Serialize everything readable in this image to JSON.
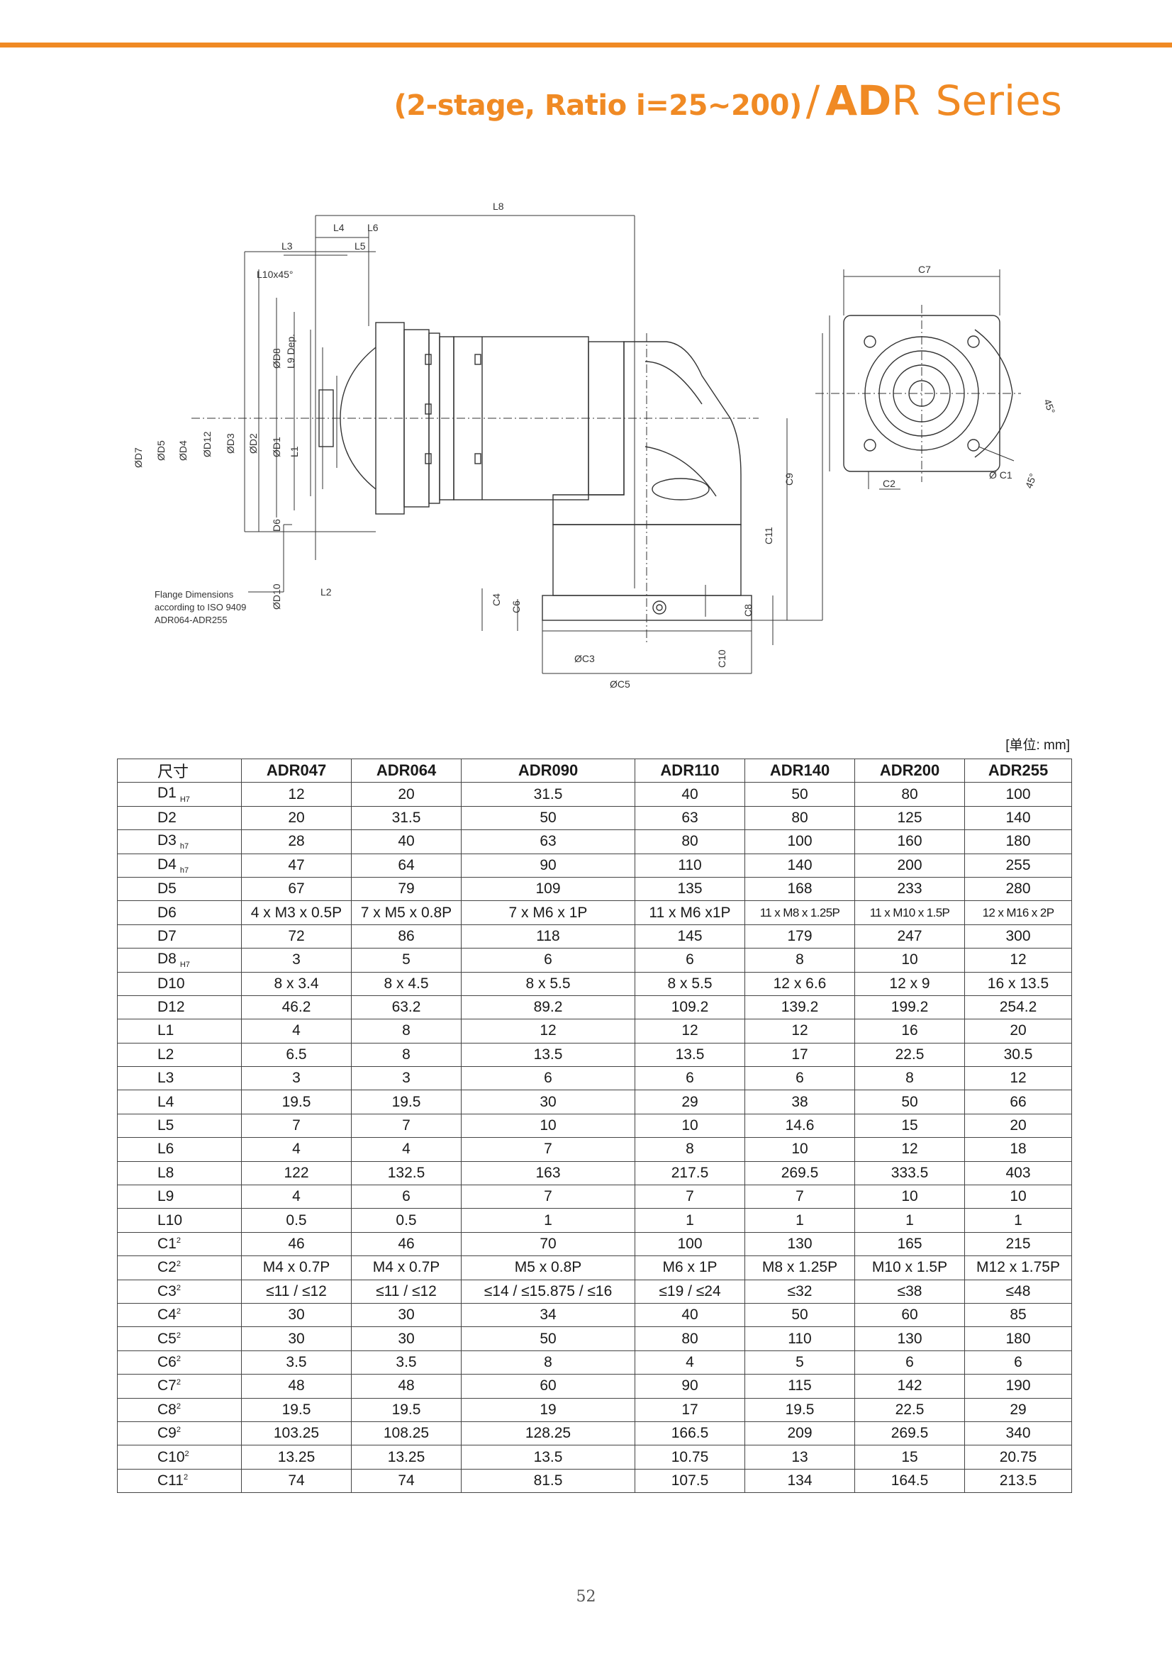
{
  "header": {
    "subtitle": "(2-stage, Ratio i=25~200)",
    "slash": "/",
    "series_bold": "AD",
    "series_r": "R",
    "series_word": "Series"
  },
  "drawing": {
    "dims": {
      "L8": "L8",
      "L4": "L4",
      "L6": "L6",
      "L3": "L3",
      "L5": "L5",
      "L10": "L10x45°",
      "D7": "ØD7",
      "D5": "ØD5",
      "D4": "ØD4",
      "D4tol": "h7",
      "D12": "ØD12",
      "D3": "ØD3",
      "D3tol": "h7",
      "D2": "ØD2",
      "D1": "ØD1",
      "D1tol": "H7",
      "D8": "ØD8",
      "D8tol": "H7",
      "L9": "L9 Dep.",
      "L1": "L1",
      "D6": "D6",
      "D10": "ØD10",
      "L2": "L2",
      "C4": "C4",
      "C6": "C6",
      "C3": "ØC3",
      "C5": "ØC5",
      "C8": "C8",
      "C10": "C10",
      "C11": "C11",
      "C9": "C9",
      "C7": "C7",
      "C2": "C2",
      "C1": "Ø C1",
      "deg45a": "45°",
      "deg45b": "45°"
    },
    "note": [
      "Flange Dimensions",
      "according to ISO 9409",
      "ADR064-ADR255"
    ]
  },
  "table": {
    "unit_label": "[单位: mm]",
    "header": [
      "尺寸",
      "ADR047",
      "ADR064",
      "ADR090",
      "ADR110",
      "ADR140",
      "ADR200",
      "ADR255"
    ],
    "rows": [
      {
        "name": "D1",
        "sub": "H7",
        "sup": "",
        "vals": [
          "12",
          "20",
          "31.5",
          "40",
          "50",
          "80",
          "100"
        ]
      },
      {
        "name": "D2",
        "sub": "",
        "sup": "",
        "vals": [
          "20",
          "31.5",
          "50",
          "63",
          "80",
          "125",
          "140"
        ]
      },
      {
        "name": "D3",
        "sub": "h7",
        "sup": "",
        "vals": [
          "28",
          "40",
          "63",
          "80",
          "100",
          "160",
          "180"
        ]
      },
      {
        "name": "D4",
        "sub": "h7",
        "sup": "",
        "vals": [
          "47",
          "64",
          "90",
          "110",
          "140",
          "200",
          "255"
        ]
      },
      {
        "name": "D5",
        "sub": "",
        "sup": "",
        "vals": [
          "67",
          "79",
          "109",
          "135",
          "168",
          "233",
          "280"
        ]
      },
      {
        "name": "D6",
        "sub": "",
        "sup": "",
        "vals": [
          "4 x M3 x 0.5P",
          "7 x M5 x 0.8P",
          "7 x M6 x 1P",
          "11 x M6 x1P",
          "11 x M8 x 1.25P",
          "11 x M10 x 1.5P",
          "12 x M16 x 2P"
        ]
      },
      {
        "name": "D7",
        "sub": "",
        "sup": "",
        "vals": [
          "72",
          "86",
          "118",
          "145",
          "179",
          "247",
          "300"
        ]
      },
      {
        "name": "D8",
        "sub": "H7",
        "sup": "",
        "vals": [
          "3",
          "5",
          "6",
          "6",
          "8",
          "10",
          "12"
        ]
      },
      {
        "name": "D10",
        "sub": "",
        "sup": "",
        "vals": [
          "8 x 3.4",
          "8 x 4.5",
          "8 x 5.5",
          "8 x 5.5",
          "12 x 6.6",
          "12 x 9",
          "16 x 13.5"
        ]
      },
      {
        "name": "D12",
        "sub": "",
        "sup": "",
        "vals": [
          "46.2",
          "63.2",
          "89.2",
          "109.2",
          "139.2",
          "199.2",
          "254.2"
        ]
      },
      {
        "name": "L1",
        "sub": "",
        "sup": "",
        "vals": [
          "4",
          "8",
          "12",
          "12",
          "12",
          "16",
          "20"
        ]
      },
      {
        "name": "L2",
        "sub": "",
        "sup": "",
        "vals": [
          "6.5",
          "8",
          "13.5",
          "13.5",
          "17",
          "22.5",
          "30.5"
        ]
      },
      {
        "name": "L3",
        "sub": "",
        "sup": "",
        "vals": [
          "3",
          "3",
          "6",
          "6",
          "6",
          "8",
          "12"
        ]
      },
      {
        "name": "L4",
        "sub": "",
        "sup": "",
        "vals": [
          "19.5",
          "19.5",
          "30",
          "29",
          "38",
          "50",
          "66"
        ]
      },
      {
        "name": "L5",
        "sub": "",
        "sup": "",
        "vals": [
          "7",
          "7",
          "10",
          "10",
          "14.6",
          "15",
          "20"
        ]
      },
      {
        "name": "L6",
        "sub": "",
        "sup": "",
        "vals": [
          "4",
          "4",
          "7",
          "8",
          "10",
          "12",
          "18"
        ]
      },
      {
        "name": "L8",
        "sub": "",
        "sup": "",
        "vals": [
          "122",
          "132.5",
          "163",
          "217.5",
          "269.5",
          "333.5",
          "403"
        ]
      },
      {
        "name": "L9",
        "sub": "",
        "sup": "",
        "vals": [
          "4",
          "6",
          "7",
          "7",
          "7",
          "10",
          "10"
        ]
      },
      {
        "name": "L10",
        "sub": "",
        "sup": "",
        "vals": [
          "0.5",
          "0.5",
          "1",
          "1",
          "1",
          "1",
          "1"
        ]
      },
      {
        "name": "C1",
        "sub": "",
        "sup": "2",
        "vals": [
          "46",
          "46",
          "70",
          "100",
          "130",
          "165",
          "215"
        ]
      },
      {
        "name": "C2",
        "sub": "",
        "sup": "2",
        "vals": [
          "M4 x 0.7P",
          "M4 x 0.7P",
          "M5 x 0.8P",
          "M6 x 1P",
          "M8 x 1.25P",
          "M10 x 1.5P",
          "M12 x 1.75P"
        ]
      },
      {
        "name": "C3",
        "sub": "",
        "sup": "2",
        "vals": [
          "≤11 / ≤12",
          "≤11 / ≤12",
          "≤14 / ≤15.875 / ≤16",
          "≤19 / ≤24",
          "≤32",
          "≤38",
          "≤48"
        ]
      },
      {
        "name": "C4",
        "sub": "",
        "sup": "2",
        "vals": [
          "30",
          "30",
          "34",
          "40",
          "50",
          "60",
          "85"
        ]
      },
      {
        "name": "C5",
        "sub": "",
        "sup": "2",
        "vals": [
          "30",
          "30",
          "50",
          "80",
          "110",
          "130",
          "180"
        ]
      },
      {
        "name": "C6",
        "sub": "",
        "sup": "2",
        "vals": [
          "3.5",
          "3.5",
          "8",
          "4",
          "5",
          "6",
          "6"
        ]
      },
      {
        "name": "C7",
        "sub": "",
        "sup": "2",
        "vals": [
          "48",
          "48",
          "60",
          "90",
          "115",
          "142",
          "190"
        ]
      },
      {
        "name": "C8",
        "sub": "",
        "sup": "2",
        "vals": [
          "19.5",
          "19.5",
          "19",
          "17",
          "19.5",
          "22.5",
          "29"
        ]
      },
      {
        "name": "C9",
        "sub": "",
        "sup": "2",
        "vals": [
          "103.25",
          "108.25",
          "128.25",
          "166.5",
          "209",
          "269.5",
          "340"
        ]
      },
      {
        "name": "C10",
        "sub": "",
        "sup": "2",
        "vals": [
          "13.25",
          "13.25",
          "13.5",
          "10.75",
          "13",
          "15",
          "20.75"
        ]
      },
      {
        "name": "C11",
        "sub": "",
        "sup": "2",
        "vals": [
          "74",
          "74",
          "81.5",
          "107.5",
          "134",
          "164.5",
          "213.5"
        ]
      }
    ]
  },
  "footer": {
    "page_number": "52"
  }
}
